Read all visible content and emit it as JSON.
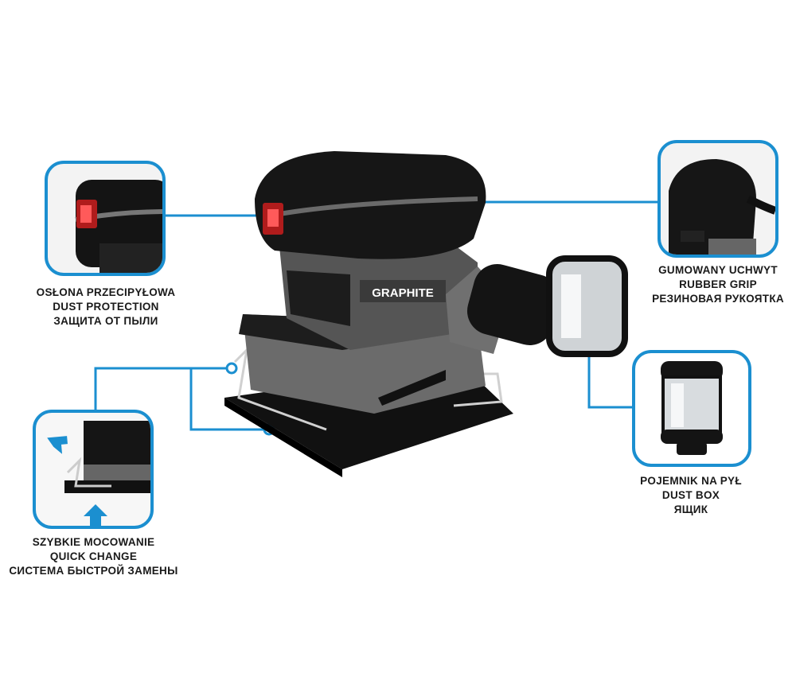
{
  "brand": "GRAPHITE",
  "accent_color": "#1b8fd0",
  "features": [
    {
      "id": "dust-protection",
      "lines": [
        "OSŁONA PRZECIPYŁOWA",
        "DUST PROTECTION",
        "ЗАЩИТА ОТ ПЫЛИ"
      ]
    },
    {
      "id": "rubber-grip",
      "lines": [
        "GUMOWANY UCHWYT",
        "RUBBER GRIP",
        "РЕЗИНОВАЯ РУКОЯТКА"
      ]
    },
    {
      "id": "dust-box",
      "lines": [
        "POJEMNIK NA PYŁ",
        "DUST BOX",
        "ЯЩИК"
      ]
    },
    {
      "id": "quick-change",
      "lines": [
        "SZYBKIE MOCOWANIE",
        "QUICK CHANGE",
        "СИСТЕМА БЫСТРОЙ ЗАМЕНЫ"
      ]
    }
  ]
}
